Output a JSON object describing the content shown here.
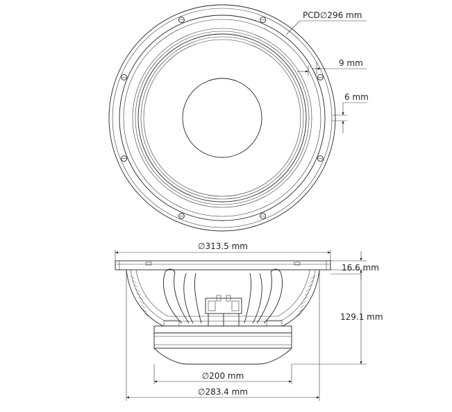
{
  "dimensions": {
    "pcd": "PCD∅296 mm",
    "slot_width": "9 mm",
    "slot_height": "6 mm",
    "outer_diameter": "∅313.5 mm",
    "flange_thickness": "16.6 mm",
    "depth": "129.1 mm",
    "magnet_diameter": "∅200 mm",
    "basket_diameter": "∅283.4 mm"
  }
}
